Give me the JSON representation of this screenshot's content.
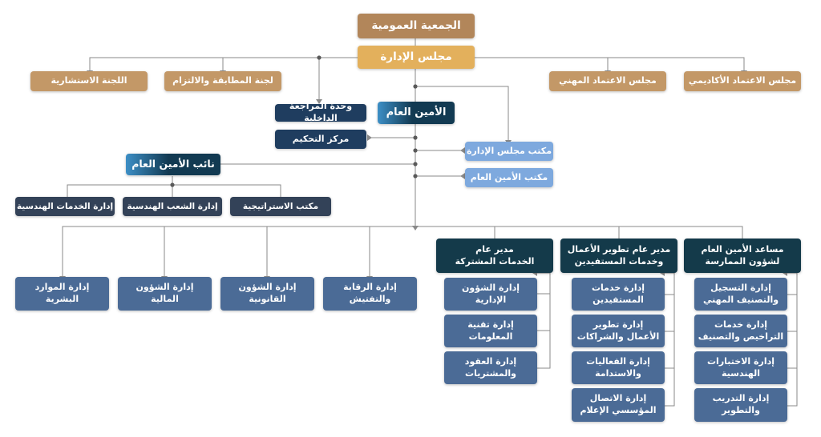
{
  "top": {
    "general_assembly": "الجمعية العمومية",
    "board": "مجلس الإدارة"
  },
  "board_councils": {
    "advisory_committee": "اللجنة الاستشارية",
    "compliance_committee": "لجنة المطابقة والالتزام",
    "professional_accreditation": "مجلس الاعتماد المهني",
    "academic_accreditation": "مجلس الاعتماد الأكاديمي"
  },
  "secretariat": {
    "secretary_general": "الأمين العام",
    "internal_audit": "وحدة المراجعة الداخلية",
    "control_center": "مركز التحكيم",
    "board_office": "مكتب مجلس الإدارة",
    "sg_office": "مكتب الأمين العام"
  },
  "deputy": {
    "title": "نائب الأمين العام",
    "strategy_office": "مكتب الاستراتيجية",
    "engineering_branches": "إدارة الشعب الهندسية",
    "engineering_services": "إدارة الخدمات الهندسية"
  },
  "departments": {
    "human_resources": "إدارة الموارد\nالبشرية",
    "financial_affairs": "إدارة الشؤون\nالمالية",
    "legal_affairs": "إدارة الشؤون\nالقانونية",
    "audit_inspection": "إدارة الرقابة\nوالتفتيش"
  },
  "shared_services": {
    "title": "مدير عام\nالخدمات المشتركة",
    "admin_affairs": "إدارة الشؤون\nالإدارية",
    "it": "إدارة تقنية\nالمعلومات",
    "contracts_procurement": "إدارة العقود\nوالمشتريات"
  },
  "business_dev": {
    "title": "مدير عام تطوير الأعمال\nوخدمات المستفيدين",
    "beneficiary_services": "إدارة خدمات\nالمستفيدين",
    "business_partnerships": "إدارة تطوير\nالأعمال والشراكات",
    "events_sustainability": "إدارة الفعاليات\nوالاستدامة",
    "corporate_communication": "إدارة الاتصال\nالمؤسسي الإعلام"
  },
  "practice_affairs": {
    "title": "مساعد الأمين العام\nلشؤون الممارسة",
    "registration": "إدارة التسجيل\nوالتصنيف المهني",
    "licensing": "إدارة خدمات\nالتراخيص والتصنيف",
    "engineering_exams": "إدارة الاختبارات\nالهندسية",
    "training": "إدارة التدريب\nوالتطوير"
  },
  "colors": {
    "gold_dark": "#b2865a",
    "gold_light": "#e3b05c",
    "navy": "#1f3d5f",
    "slate_blue": "#4b6b96",
    "light_blue": "#7ea9de",
    "connector": "#888888"
  }
}
